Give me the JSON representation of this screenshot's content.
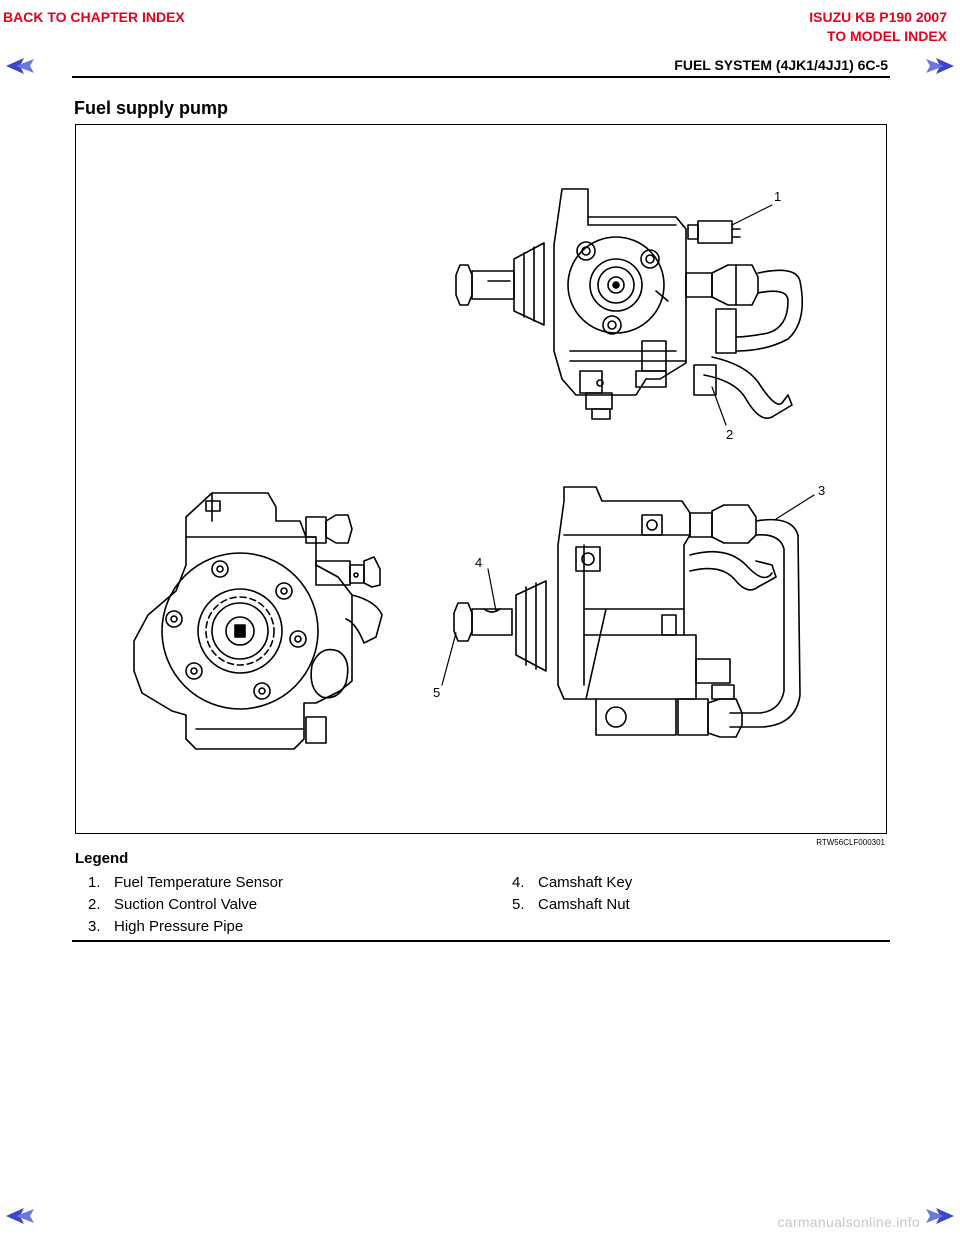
{
  "nav": {
    "back_to_chapter": "BACK TO CHAPTER INDEX",
    "model_title": "ISUZU KB P190 2007",
    "to_model_index": "TO MODEL INDEX"
  },
  "header": {
    "title": "FUEL SYSTEM (4JK1/4JJ1)  6C-5"
  },
  "section": {
    "title": "Fuel supply pump"
  },
  "figure": {
    "code": "RTW56CLF000301",
    "callouts": [
      "1",
      "2",
      "3",
      "4",
      "5"
    ]
  },
  "legend": {
    "title": "Legend",
    "items": [
      {
        "num": "1.",
        "label": "Fuel Temperature Sensor"
      },
      {
        "num": "2.",
        "label": "Suction Control Valve"
      },
      {
        "num": "3.",
        "label": "High Pressure Pipe"
      },
      {
        "num": "4.",
        "label": "Camshaft Key"
      },
      {
        "num": "5.",
        "label": "Camshaft Nut"
      }
    ]
  },
  "footer": {
    "brand": "carmanualsonline.info"
  },
  "colors": {
    "nav_red": "#e8001c",
    "arrow_blue": "#3a46c8",
    "footer_gray": "#c8c8c8"
  },
  "icons": [
    "prev-page-arrow-icon",
    "next-page-arrow-icon"
  ]
}
